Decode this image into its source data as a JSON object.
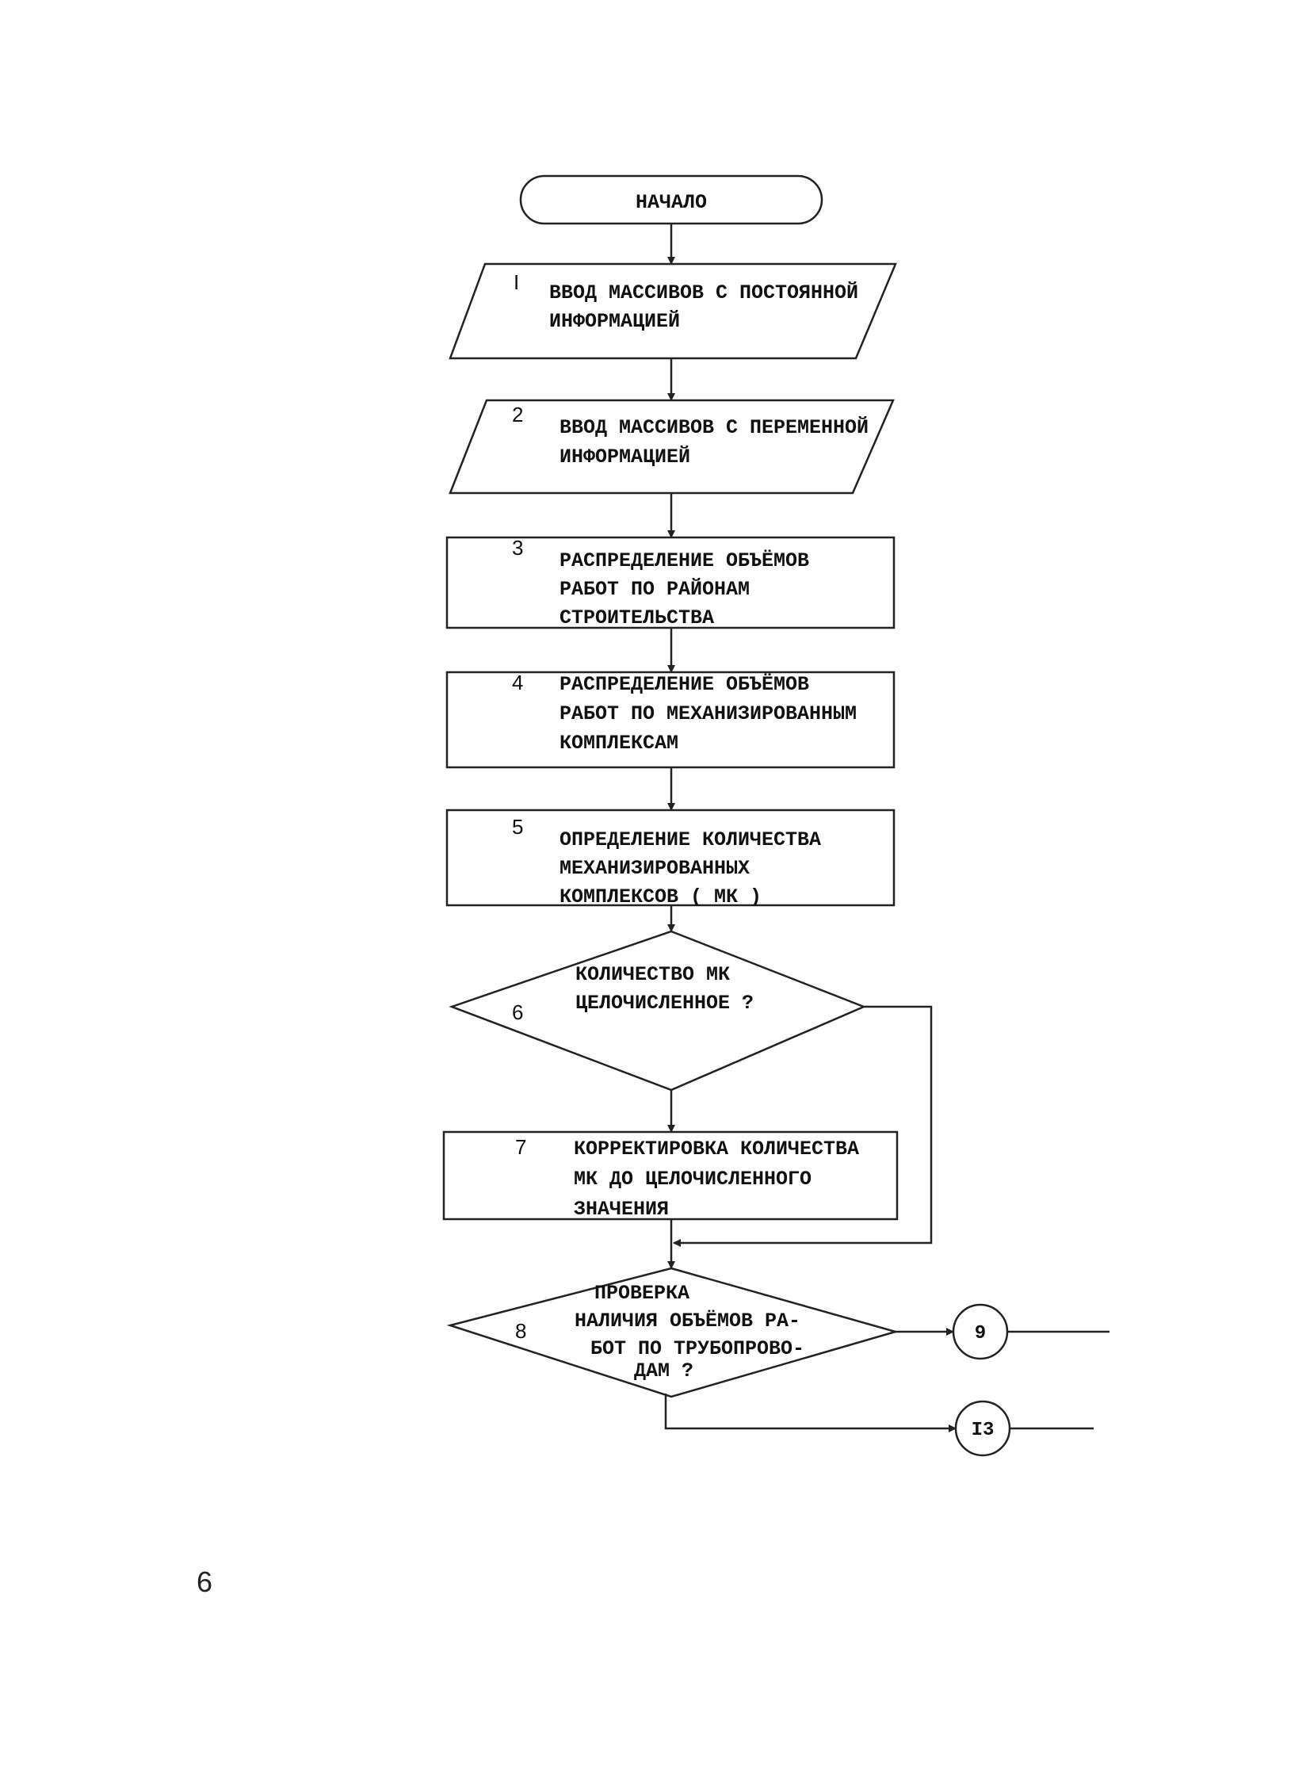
{
  "flowchart": {
    "start": {
      "label": "НАЧАЛО"
    },
    "blocks": [
      {
        "id": "1",
        "number": "I",
        "shape": "parallelogram",
        "lines": [
          "ВВОД МАССИВОВ С ПОСТОЯННОЙ",
          "ИНФОРМАЦИЕЙ"
        ]
      },
      {
        "id": "2",
        "number": "2",
        "shape": "parallelogram",
        "lines": [
          "ВВОД МАССИВОВ С ПЕРЕМЕННОЙ",
          "ИНФОРМАЦИЕЙ"
        ]
      },
      {
        "id": "3",
        "number": "3",
        "shape": "process",
        "lines": [
          "РАСПРЕДЕЛЕНИЕ ОБЪЁМОВ",
          "РАБОТ ПО РАЙОНАМ",
          "СТРОИТЕЛЬСТВА"
        ]
      },
      {
        "id": "4",
        "number": "4",
        "shape": "process",
        "lines": [
          "РАСПРЕДЕЛЕНИЕ ОБЪЁМОВ",
          "РАБОТ ПО МЕХАНИЗИРОВАННЫМ",
          "КОМПЛЕКСАМ"
        ]
      },
      {
        "id": "5",
        "number": "5",
        "shape": "process",
        "lines": [
          "ОПРЕДЕЛЕНИЕ КОЛИЧЕСТВА",
          "МЕХАНИЗИРОВАННЫХ",
          "КОМПЛЕКСОВ  ( МК )"
        ]
      },
      {
        "id": "6",
        "number": "6",
        "shape": "decision",
        "lines": [
          "КОЛИЧЕСТВО МК",
          "ЦЕЛОЧИСЛЕННОЕ ?"
        ]
      },
      {
        "id": "7",
        "number": "7",
        "shape": "process",
        "lines": [
          "КОРРЕКТИРОВКА КОЛИЧЕСТВА",
          "МК  ДО ЦЕЛОЧИСЛЕННОГО",
          "ЗНАЧЕНИЯ"
        ]
      },
      {
        "id": "8",
        "number": "8",
        "shape": "decision",
        "lines": [
          "ПРОВЕРКА",
          "НАЛИЧИЯ ОБЪЁМОВ РА-",
          "БОТ ПО ТРУБОПРОВО-",
          "ДАМ ?"
        ]
      }
    ],
    "connectors": [
      {
        "label": "9"
      },
      {
        "label": "I3"
      }
    ]
  },
  "page": {
    "number": "6"
  }
}
